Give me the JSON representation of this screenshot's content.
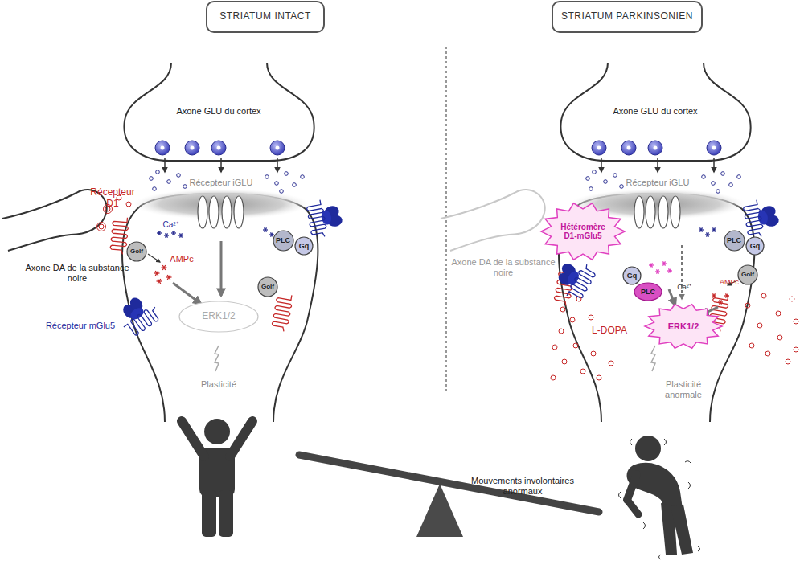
{
  "diagram": {
    "nodes": [
      {
        "text": [
          "STRIATUM INTACT"
        ]
      },
      {
        "text": [
          "STRIATUM PARKINSONIEN"
        ]
      },
      {
        "text": [
          "Golf"
        ]
      },
      {
        "text": [
          "Gq"
        ]
      },
      {
        "text": [
          "PLC"
        ]
      },
      {
        "text": [
          "ERK1/2"
        ]
      },
      {
        "text": [
          "Golf"
        ]
      },
      {
        "text": [
          "Hétéromère D1-mGlu5"
        ]
      },
      {
        "text": [
          "Gq"
        ]
      },
      {
        "text": [
          "PLC"
        ]
      },
      {
        "text": [
          "ERK1/2"
        ]
      },
      {
        "text": [
          "PLC"
        ]
      },
      {
        "text": [
          "Gq"
        ]
      },
      {
        "text": [
          "Golf"
        ]
      }
    ],
    "labels": [
      "Axone GLU du cortex",
      "Récepteur iGLU",
      "Récepteur D1",
      "AMPc",
      "Ca²⁺",
      "Axone DA de la substance noire",
      "Récepteur mGlu5",
      "Plasticité",
      "Axone GLU du cortex",
      "Récepteur iGLU",
      "Axone DA de la substance noire",
      "Ca²⁺",
      "AMPc",
      "L-DOPA",
      "Plasticité anormale",
      "Mouvements involontaires anormaux"
    ]
  }
}
